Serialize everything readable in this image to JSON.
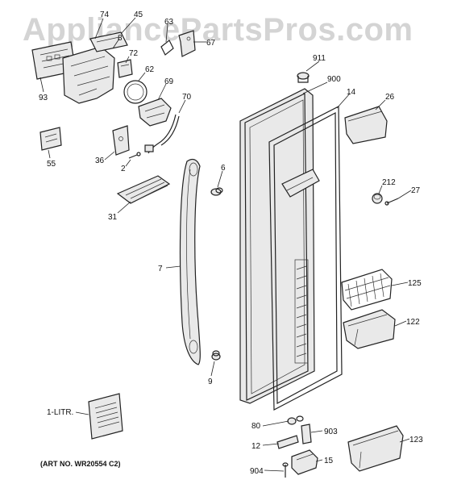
{
  "watermark": "AppliancePartsPros.com",
  "art_number": "(ART NO. WR20554 C2)",
  "labels": [
    {
      "id": "74",
      "text": "74"
    },
    {
      "id": "45",
      "text": "45"
    },
    {
      "id": "8",
      "text": "8"
    },
    {
      "id": "63",
      "text": "63"
    },
    {
      "id": "67",
      "text": "67"
    },
    {
      "id": "72",
      "text": "72"
    },
    {
      "id": "62",
      "text": "62"
    },
    {
      "id": "93",
      "text": "93"
    },
    {
      "id": "69",
      "text": "69"
    },
    {
      "id": "70",
      "text": "70"
    },
    {
      "id": "911",
      "text": "911"
    },
    {
      "id": "900",
      "text": "900"
    },
    {
      "id": "14",
      "text": "14"
    },
    {
      "id": "26",
      "text": "26"
    },
    {
      "id": "55",
      "text": "55"
    },
    {
      "id": "36",
      "text": "36"
    },
    {
      "id": "2",
      "text": "2"
    },
    {
      "id": "6",
      "text": "6"
    },
    {
      "id": "212",
      "text": "212"
    },
    {
      "id": "27",
      "text": "27"
    },
    {
      "id": "31",
      "text": "31"
    },
    {
      "id": "7",
      "text": "7"
    },
    {
      "id": "125",
      "text": "125"
    },
    {
      "id": "122",
      "text": "122"
    },
    {
      "id": "9",
      "text": "9"
    },
    {
      "id": "1-LITR",
      "text": "1-LITR."
    },
    {
      "id": "80",
      "text": "80"
    },
    {
      "id": "903",
      "text": "903"
    },
    {
      "id": "12",
      "text": "12"
    },
    {
      "id": "123",
      "text": "123"
    },
    {
      "id": "15",
      "text": "15"
    },
    {
      "id": "904",
      "text": "904"
    }
  ]
}
